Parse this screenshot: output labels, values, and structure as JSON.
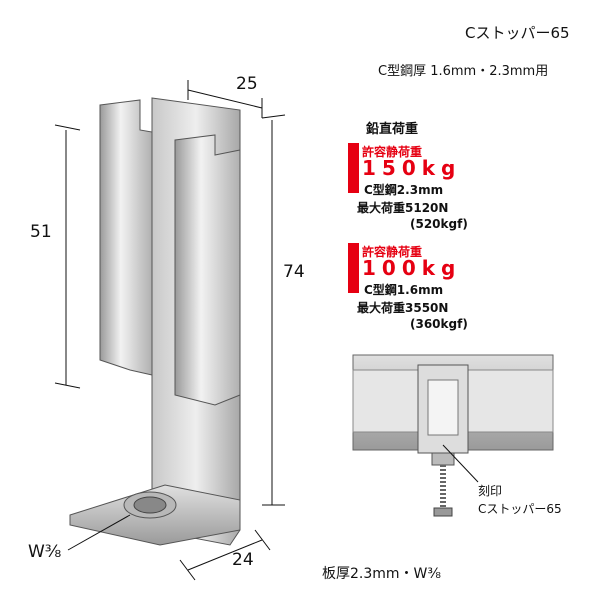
{
  "title": "Cストッパー65",
  "subtitle": "C型鋼厚 1.6mm・2.3mm用",
  "load": {
    "heading": "鉛直荷重",
    "items": [
      {
        "label": "許容静荷重",
        "value": "150kg",
        "steel": "C型鋼2.3mm",
        "max": "最大荷重5120N",
        "max_kgf": "(520kgf)"
      },
      {
        "label": "許容静荷重",
        "value": "100kg",
        "steel": "C型鋼1.6mm",
        "max": "最大荷重3550N",
        "max_kgf": "(360kgf)"
      }
    ]
  },
  "dimensions": {
    "width_top": "25",
    "height_left": "51",
    "height_total": "74",
    "width_bottom": "24",
    "bolt": "W⅜"
  },
  "callout": {
    "line1": "刻印",
    "line2": "Cストッパー65"
  },
  "footer": "板厚2.3mm・W⅜",
  "colors": {
    "accent": "#e60012"
  }
}
